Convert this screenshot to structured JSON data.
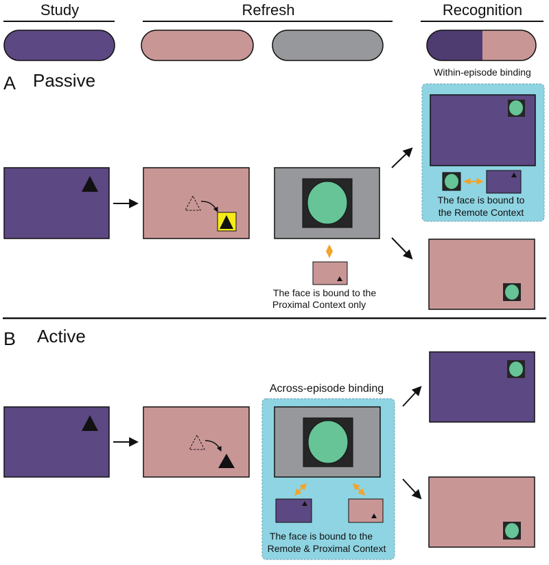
{
  "headers": {
    "study": "Study",
    "refresh": "Refresh",
    "recognition": "Recognition"
  },
  "sections": {
    "a_letter": "A",
    "a_title": "Passive",
    "b_letter": "B",
    "b_title": "Active"
  },
  "labels": {
    "within_episode": "Within-episode binding",
    "across_episode": "Across-episode binding",
    "passive_refresh_note_1": "The face is bound to the",
    "passive_refresh_note_2": "Proximal Context only",
    "passive_recog_note_1": "The face is bound to",
    "passive_recog_note_2": "the Remote Context",
    "active_refresh_note_1": "The face is bound to the",
    "active_refresh_note_2": "Remote & Proximal Context"
  },
  "colors": {
    "purple": "#5c4882",
    "pink": "#c99696",
    "gray": "#97989b",
    "dark_purple": "#4e3b6f",
    "cyan_panel": "#8fd4e2",
    "face_green": "#66c497",
    "face_bg": "#262626",
    "orange_arrow": "#f3a32a",
    "yellow_highlight": "#f6eb16",
    "black": "#111111"
  },
  "icons": {
    "target": "triangle-icon",
    "face": "face-circle-icon"
  }
}
